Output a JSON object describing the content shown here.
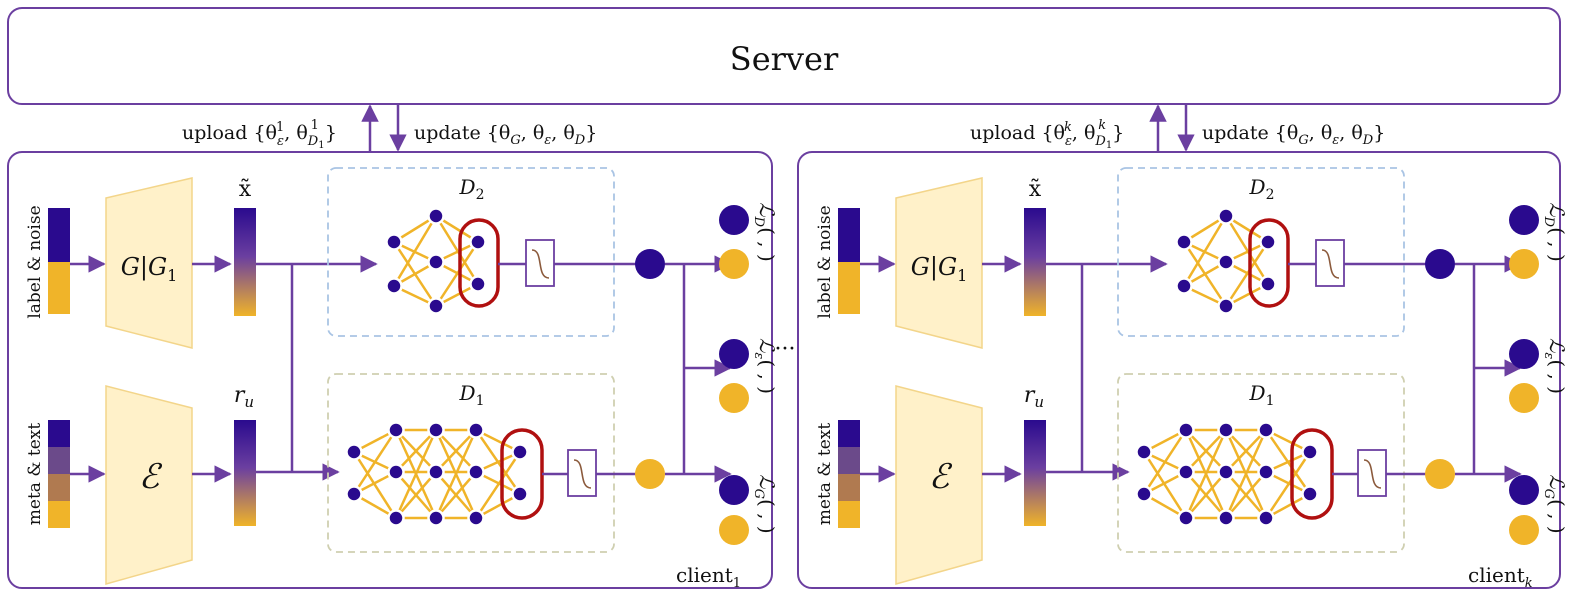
{
  "server": {
    "title": "Server"
  },
  "upload_labels": [
    "upload {θ",
    "ε",
    "1",
    ", θ",
    "D",
    "1",
    "1",
    "}"
  ],
  "client1": {
    "upload": {
      "pre": "upload {θ",
      "sub1": "ε",
      "sup1": "1",
      "mid": ", θ",
      "sub2": "D",
      "subsub2": "1",
      "sup2": "1",
      "post": "}"
    },
    "update": {
      "pre": "update {θ",
      "s1": "G",
      "m1": ", θ",
      "s2": "ε",
      "m2": ", θ",
      "s3": "D",
      "post": "}"
    },
    "label": "client",
    "label_sub": "1"
  },
  "clientk": {
    "upload": {
      "pre": "upload {θ",
      "sub1": "ε",
      "sup1": "k",
      "mid": ", θ",
      "sub2": "D",
      "subsub2": "1",
      "sup2": "k",
      "post": "}"
    },
    "update": {
      "pre": "update {θ",
      "s1": "G",
      "m1": ", θ",
      "s2": "ε",
      "m2": ", θ",
      "s3": "D",
      "post": "}"
    },
    "label": "client",
    "label_sub": "k"
  },
  "inputs": {
    "label_noise": "label & noise",
    "meta_text": "meta & text"
  },
  "blocks": {
    "generator": "G|G",
    "generator_sub": "1",
    "encoder": "ℰ"
  },
  "vectors": {
    "x_tilde": "x̃",
    "r": "r",
    "r_sub": "u"
  },
  "discriminators": {
    "d2": "D",
    "d2_sub": "2",
    "d1": "D",
    "d1_sub": "1"
  },
  "losses": {
    "ld": "ℒ",
    "ld_sub": "D",
    "ld_args": "( , )",
    "le": "ℒ",
    "le_sub": "ε",
    "le_args": "( , )",
    "lg": "ℒ",
    "lg_sub": "G",
    "lg_args": "( , )"
  },
  "ellipsis": "···",
  "colors": {
    "purple": "#6B3FA0",
    "dark_purple": "#2A0A8E",
    "gold": "#F0B429",
    "cream": "#FFF1C9",
    "red": "#B01010",
    "blue_dash": "#A9C4E4",
    "olive_dash": "#CFCFB0"
  }
}
